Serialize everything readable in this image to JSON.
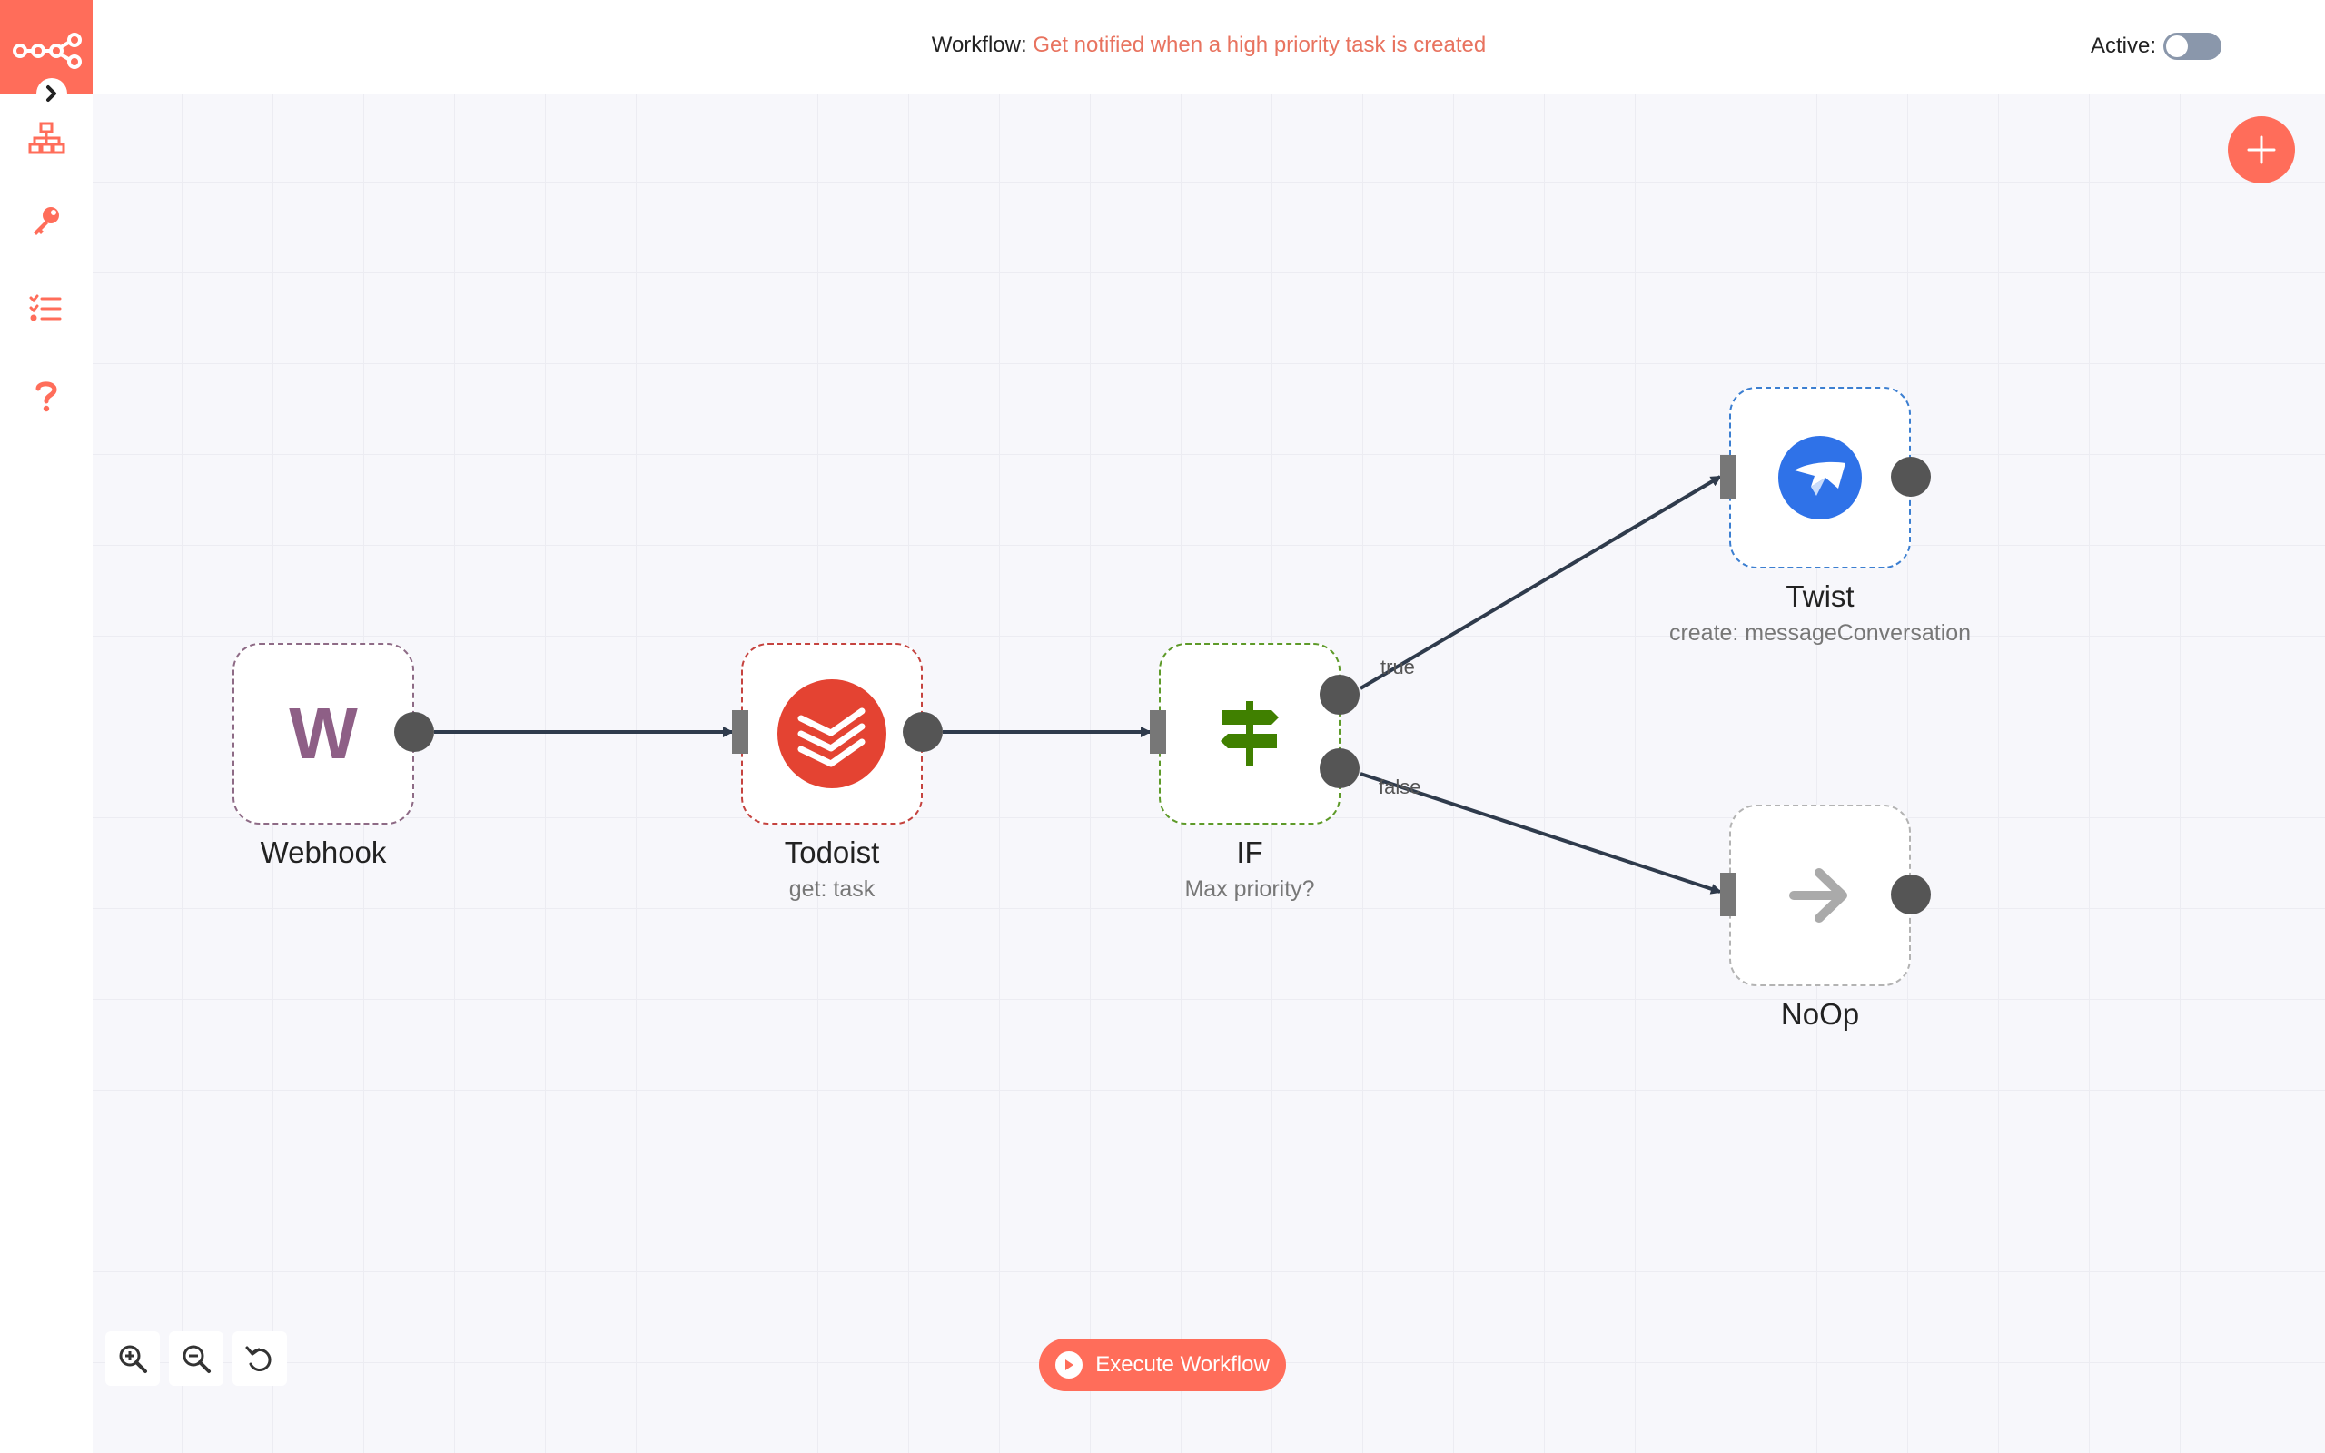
{
  "header": {
    "workflow_prefix": "Workflow:",
    "workflow_name": "Get notified when a high priority task is created",
    "active_label": "Active:"
  },
  "sidebar": {
    "items": [
      {
        "icon": "network-icon"
      },
      {
        "icon": "key-icon"
      },
      {
        "icon": "list-icon"
      },
      {
        "icon": "question-icon"
      }
    ]
  },
  "nodes": {
    "webhook": {
      "label": "Webhook",
      "icon_text": "W"
    },
    "todoist": {
      "label": "Todoist",
      "subtitle": "get: task"
    },
    "if": {
      "label": "IF",
      "subtitle": "Max priority?"
    },
    "twist": {
      "label": "Twist",
      "subtitle": "create: messageConversation"
    },
    "noop": {
      "label": "NoOp"
    }
  },
  "edges": {
    "true_label": "true",
    "false_label": "false"
  },
  "toolbar": {
    "execute_label": "Execute Workflow"
  },
  "colors": {
    "accent": "#ff6d5a",
    "title_link": "#e8735f",
    "webhook_border": "#8e6b86",
    "todoist_border": "#c5433f",
    "if_border": "#5e9a29",
    "twist_border": "#3c7fd1",
    "noop_border": "#b3b3b3"
  }
}
